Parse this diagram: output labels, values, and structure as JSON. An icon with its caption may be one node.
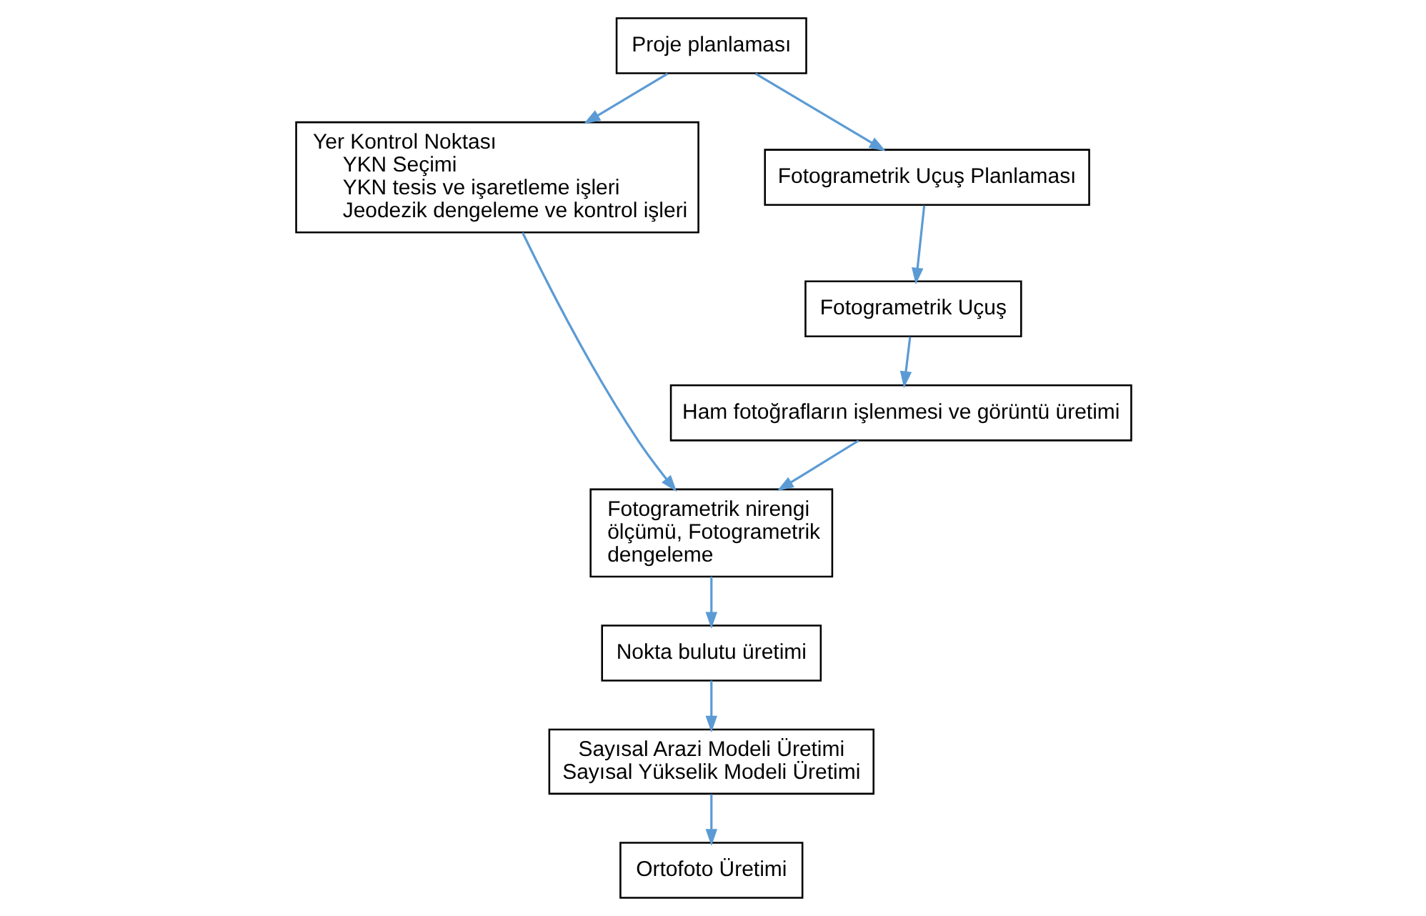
{
  "diagram": {
    "nodes": [
      {
        "text": [
          "Proje planlaması"
        ]
      },
      {
        "text": [
          "Yer Kontrol Noktası",
          "YKN Seçimi",
          "YKN tesis ve işaretleme işleri",
          "Jeodezik dengeleme ve kontrol işleri"
        ]
      },
      {
        "text": [
          "Fotogrametrik Uçuş Planlaması"
        ]
      },
      {
        "text": [
          "Fotogrametrik Uçuş"
        ]
      },
      {
        "text": [
          "Ham fotoğrafların işlenmesi ve görüntü üretimi"
        ]
      },
      {
        "text": [
          "Fotogrametrik nirengi ölçümü, Fotogrametrik dengeleme"
        ]
      },
      {
        "text": [
          "Nokta bulutu üretimi"
        ]
      },
      {
        "text": [
          "Sayısal Arazi Modeli Üretimi",
          "Sayısal Yükselik Modeli Üretimi"
        ]
      },
      {
        "text": [
          "Ortofoto Üretimi"
        ]
      }
    ],
    "edges": [
      {
        "from": 0,
        "to": 1,
        "arrow": "to"
      },
      {
        "from": 0,
        "to": 2,
        "arrow": "to"
      },
      {
        "from": 2,
        "to": 3,
        "arrow": "to"
      },
      {
        "from": 3,
        "to": 4,
        "arrow": "to"
      },
      {
        "from": 1,
        "to": 5,
        "arrow": "to"
      },
      {
        "from": 4,
        "to": 5,
        "arrow": "to"
      },
      {
        "from": 5,
        "to": 6,
        "arrow": "to"
      },
      {
        "from": 6,
        "to": 7,
        "arrow": "to"
      },
      {
        "from": 7,
        "to": 8,
        "arrow": "to"
      }
    ]
  }
}
